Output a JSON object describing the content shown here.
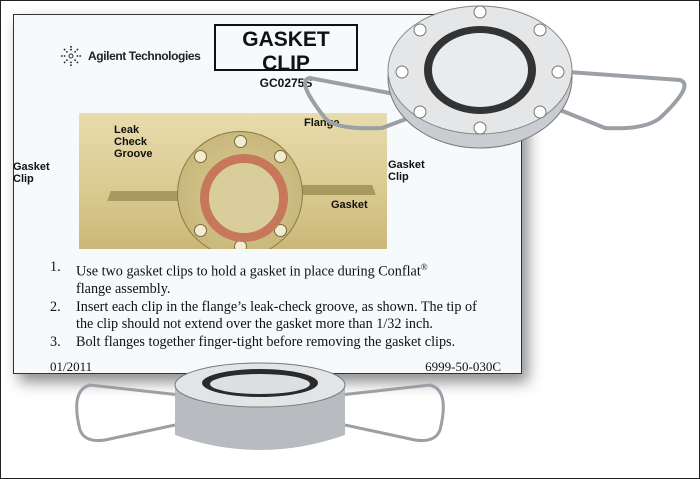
{
  "card": {
    "brand": "Agilent Technologies",
    "title": "GASKET CLIP",
    "part_number": "GC0275S",
    "photo_labels": {
      "leak_check_groove": "Leak Check Groove",
      "flange": "Flange",
      "gasket_clip_left": "Gasket Clip",
      "gasket_clip_right": "Gasket Clip",
      "gasket": "Gasket"
    },
    "steps": [
      {
        "num": "1.",
        "text": "Use two gasket clips to hold a gasket in place during Conflat",
        "sup": "®",
        "cont": "flange assembly."
      },
      {
        "num": "2.",
        "text": "Insert each clip in the flange’s leak-check groove, as shown. The tip of the clip should not extend over the gasket more than 1/32 inch."
      },
      {
        "num": "3.",
        "text": "Bolt flanges together finger-tight before removing the gasket clips."
      }
    ],
    "date": "01/2011",
    "doc_number": "6999-50-030C"
  },
  "colors": {
    "gasket": "#c7775a",
    "photo_bg": "#d9c98e",
    "card_bg": "#f6fafc"
  }
}
